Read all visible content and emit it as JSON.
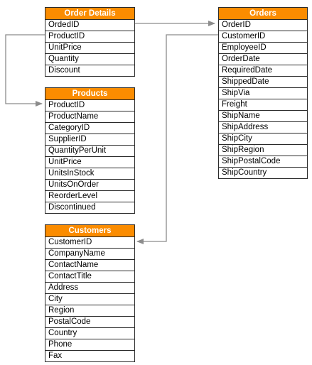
{
  "tables": {
    "order_details": {
      "title": "Order Details",
      "fields": [
        "OrdedID",
        "ProductID",
        "UnitPrice",
        "Quantity",
        "Discount"
      ]
    },
    "products": {
      "title": "Products",
      "fields": [
        "ProductID",
        "ProductName",
        "CategoryID",
        "SupplierID",
        "QuantityPerUnit",
        "UnitPrice",
        "UnitsInStock",
        "UnitsOnOrder",
        "ReorderLevel",
        "Discontinued"
      ]
    },
    "customers": {
      "title": "Customers",
      "fields": [
        "CustomerID",
        "CompanyName",
        "ContactName",
        "ContactTitle",
        "Address",
        "City",
        "Region",
        "PostalCode",
        "Country",
        "Phone",
        "Fax"
      ]
    },
    "orders": {
      "title": "Orders",
      "fields": [
        "OrderID",
        "CustomerID",
        "EmployeeID",
        "OrderDate",
        "RequiredDate",
        "ShippedDate",
        "ShipVia",
        "Freight",
        "ShipName",
        "ShipAddress",
        "ShipCity",
        "ShipRegion",
        "ShipPostalCode",
        "ShipCountry"
      ]
    }
  },
  "colors": {
    "header_fill": "#fb8c00",
    "header_text": "#ffffff",
    "border": "#2a2a2a",
    "connector": "#8c8c8c"
  }
}
